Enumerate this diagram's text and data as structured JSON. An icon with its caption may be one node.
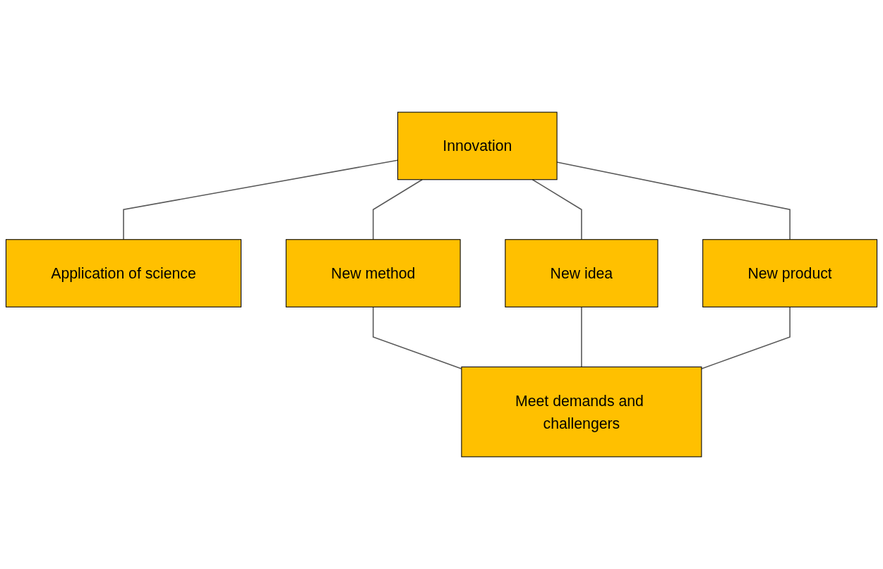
{
  "diagram": {
    "nodes": [
      {
        "text": [
          "Innovation"
        ]
      },
      {
        "text": [
          "Application of science"
        ]
      },
      {
        "text": [
          "New method"
        ]
      },
      {
        "text": [
          "New idea"
        ]
      },
      {
        "text": [
          "New product"
        ]
      },
      {
        "text": [
          "Meet demands and challengers"
        ]
      }
    ],
    "edges": [
      {
        "from": 0,
        "to": 1,
        "arrow": "none"
      },
      {
        "from": 0,
        "to": 2,
        "arrow": "none"
      },
      {
        "from": 0,
        "to": 3,
        "arrow": "none"
      },
      {
        "from": 0,
        "to": 4,
        "arrow": "none"
      },
      {
        "from": 2,
        "to": 5,
        "arrow": "none"
      },
      {
        "from": 3,
        "to": 5,
        "arrow": "none"
      },
      {
        "from": 4,
        "to": 5,
        "arrow": "none"
      }
    ]
  }
}
